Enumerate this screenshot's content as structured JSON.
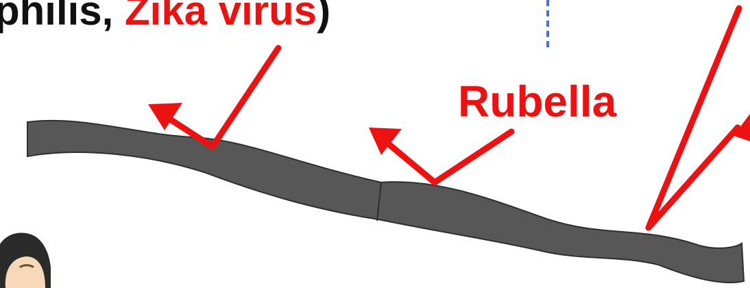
{
  "title": {
    "prefix": "philis, ",
    "virus": "Zika virus",
    "suffix": ")"
  },
  "labels": {
    "rubella": "Rubella"
  },
  "colors": {
    "arrow": "#ee1111",
    "timeline": "#575757",
    "divider": "#4a6fe0",
    "text": "#111111"
  }
}
